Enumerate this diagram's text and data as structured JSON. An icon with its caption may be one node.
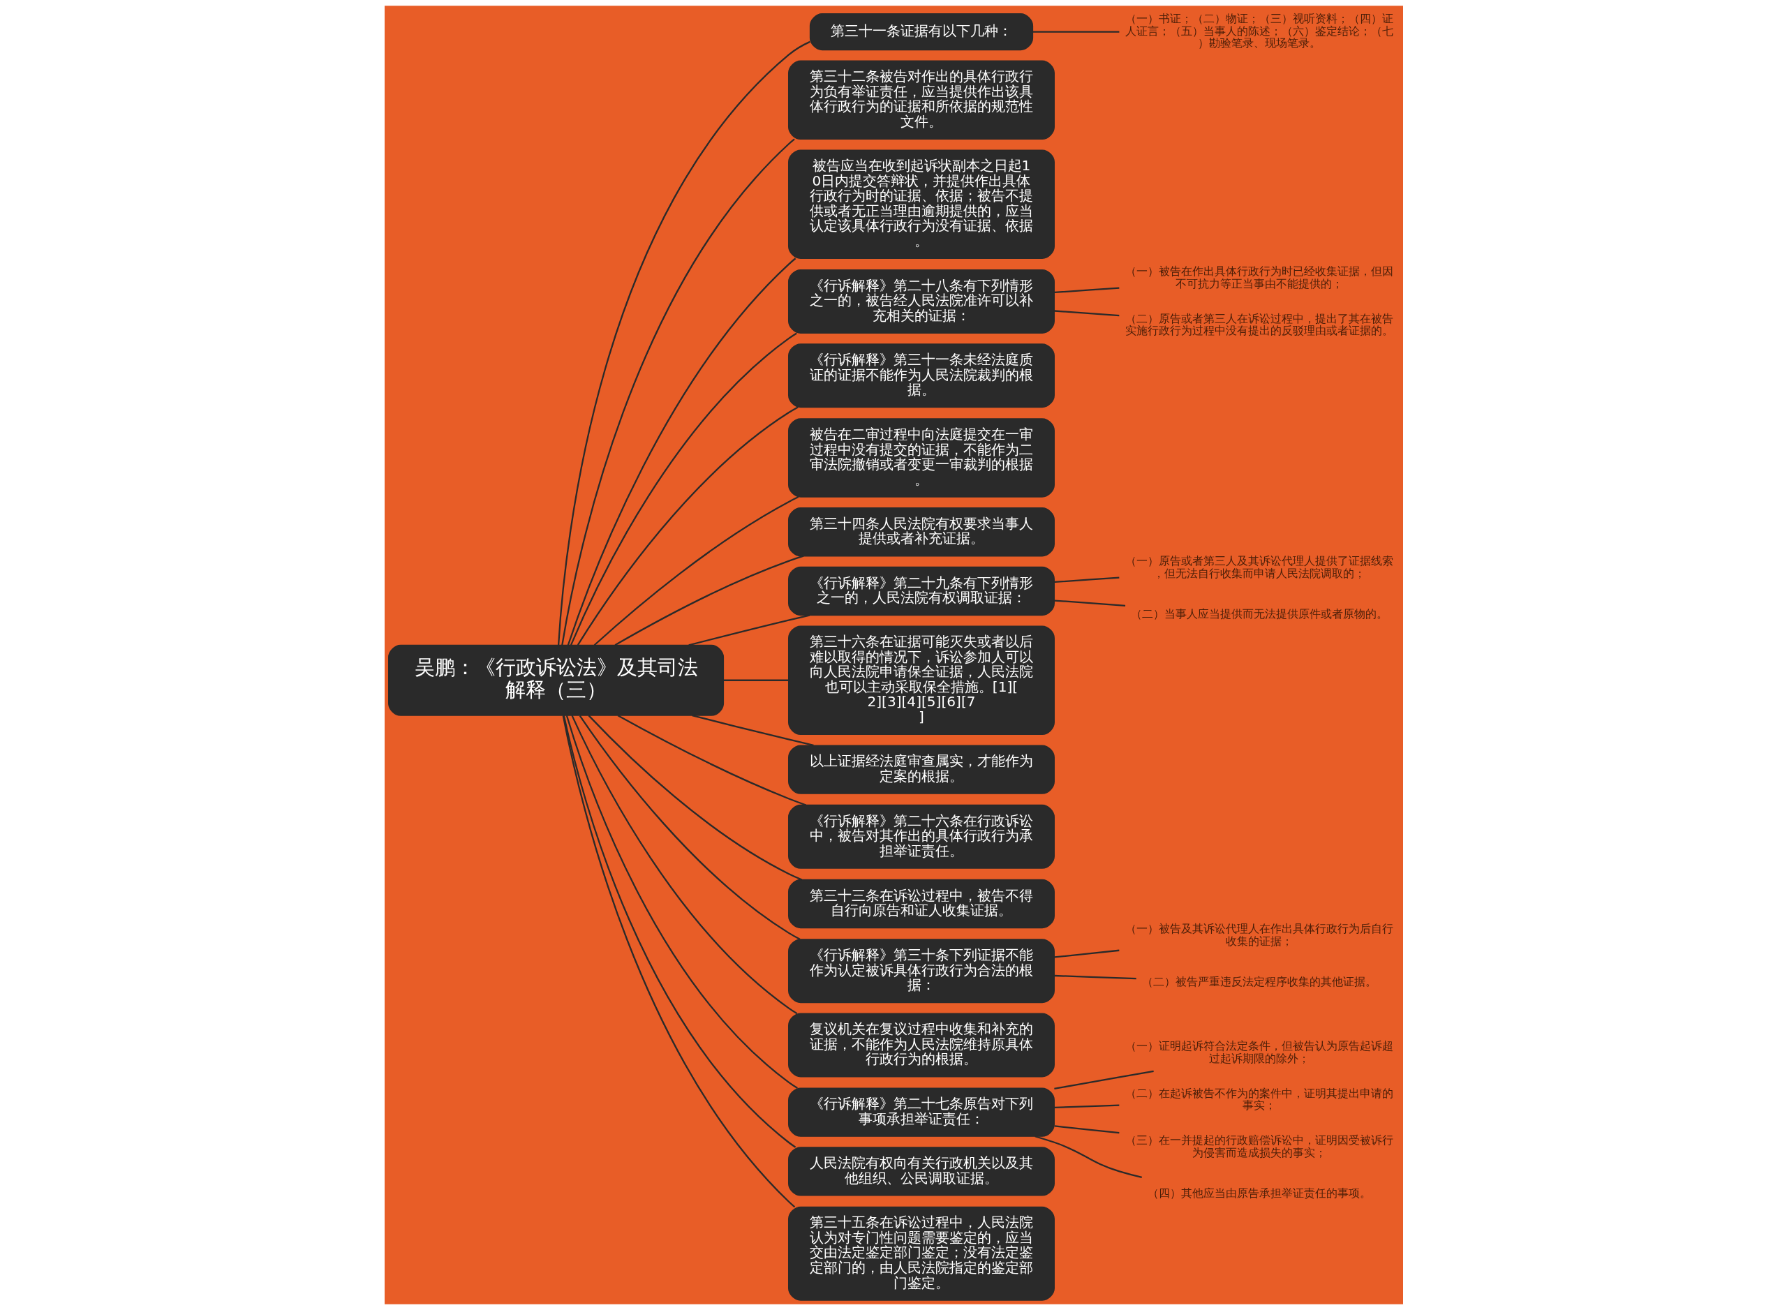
{
  "diagram": {
    "nodes": [
      {
        "text": [
          "吴鹏：《行政诉讼法》及其司法解释（三）"
        ]
      },
      {
        "text": [
          "第三十一条证据有以下几种："
        ]
      },
      {
        "text": [
          "（一）书证；（二）物证；（三）视听资料；（四）证人证言；（五）当事人的陈述；（六）鉴定结论；（七）勘验笔录、现场笔录。"
        ]
      },
      {
        "text": [
          "第三十二条被告对作出的具体行政行为负有举证责任，应当提供作出该具体行政行为的证据和所依据的规范性文件。"
        ]
      },
      {
        "text": [
          "被告应当在收到起诉状副本之日起10日内提交答辩状，并提供作出具体行政行为时的证据、依据；被告不提供或者无正当理由逾期提供的，应当认定该具体行政行为没有证据、依据。"
        ]
      },
      {
        "text": [
          "《行诉解释》第二十八条有下列情形之一的，被告经人民法院准许可以补充相关的证据："
        ]
      },
      {
        "text": [
          "（一）被告在作出具体行政行为时已经收集证据，但因不可抗力等正当事由不能提供的；"
        ]
      },
      {
        "text": [
          "（二）原告或者第三人在诉讼过程中，提出了其在被告实施行政行为过程中没有提出的反驳理由或者证据的。"
        ]
      },
      {
        "text": [
          "《行诉解释》第三十一条未经法庭质证的证据不能作为人民法院裁判的根据。"
        ]
      },
      {
        "text": [
          "被告在二审过程中向法庭提交在一审过程中没有提交的证据，不能作为二审法院撤销或者变更一审裁判的根据。"
        ]
      },
      {
        "text": [
          "第三十四条人民法院有权要求当事人提供或者补充证据。"
        ]
      },
      {
        "text": [
          "《行诉解释》第二十九条有下列情形之一的，人民法院有权调取证据："
        ]
      },
      {
        "text": [
          "（一）原告或者第三人及其诉讼代理人提供了证据线索，但无法自行收集而申请人民法院调取的；"
        ]
      },
      {
        "text": [
          "（二）当事人应当提供而无法提供原件或者原物的。"
        ]
      },
      {
        "text": [
          "第三十六条在证据可能灭失或者以后难以取得的情况下，诉讼参加人可以向人民法院申请保全证据，人民法院也可以主动采取保全措施。[1][2][3][4][5][6][7]"
        ]
      },
      {
        "text": [
          "以上证据经法庭审查属实，才能作为定案的根据。"
        ]
      },
      {
        "text": [
          "《行诉解释》第二十六条在行政诉讼中，被告对其作出的具体行政行为承担举证责任。"
        ]
      },
      {
        "text": [
          "第三十三条在诉讼过程中，被告不得自行向原告和证人收集证据。"
        ]
      },
      {
        "text": [
          "《行诉解释》第三十条下列证据不能作为认定被诉具体行政行为合法的根据："
        ]
      },
      {
        "text": [
          "（一）被告及其诉讼代理人在作出具体行政行为后自行收集的证据；"
        ]
      },
      {
        "text": [
          "（二）被告严重违反法定程序收集的其他证据。"
        ]
      },
      {
        "text": [
          "复议机关在复议过程中收集和补充的证据，不能作为人民法院维持原具体行政行为的根据。"
        ]
      },
      {
        "text": [
          "《行诉解释》第二十七条原告对下列事项承担举证责任："
        ]
      },
      {
        "text": [
          "（一）证明起诉符合法定条件，但被告认为原告起诉超过起诉期限的除外；"
        ]
      },
      {
        "text": [
          "（二）在起诉被告不作为的案件中，证明其提出申请的事实；"
        ]
      },
      {
        "text": [
          "（三）在一并提起的行政赔偿诉讼中，证明因受被诉行为侵害而造成损失的事实；"
        ]
      },
      {
        "text": [
          "（四）其他应当由原告承担举证责任的事项。"
        ]
      },
      {
        "text": [
          "人民法院有权向有关行政机关以及其他组织、公民调取证据。"
        ]
      },
      {
        "text": [
          "第三十五条在诉讼过程中，人民法院认为对专门性问题需要鉴定的，应当交由法定鉴定部门鉴定；没有法定鉴定部门的，由人民法院指定的鉴定部门鉴定。"
        ]
      }
    ],
    "edges": [
      {
        "from": 0,
        "to": 1,
        "arrow": "none"
      },
      {
        "from": 1,
        "to": 2,
        "arrow": "none"
      },
      {
        "from": 0,
        "to": 3,
        "arrow": "none"
      },
      {
        "from": 0,
        "to": 4,
        "arrow": "none"
      },
      {
        "from": 0,
        "to": 5,
        "arrow": "none"
      },
      {
        "from": 5,
        "to": 6,
        "arrow": "none"
      },
      {
        "from": 5,
        "to": 7,
        "arrow": "none"
      },
      {
        "from": 0,
        "to": 8,
        "arrow": "none"
      },
      {
        "from": 0,
        "to": 9,
        "arrow": "none"
      },
      {
        "from": 0,
        "to": 10,
        "arrow": "none"
      },
      {
        "from": 0,
        "to": 11,
        "arrow": "none"
      },
      {
        "from": 11,
        "to": 12,
        "arrow": "none"
      },
      {
        "from": 11,
        "to": 13,
        "arrow": "none"
      },
      {
        "from": 0,
        "to": 14,
        "arrow": "none"
      },
      {
        "from": 0,
        "to": 15,
        "arrow": "none"
      },
      {
        "from": 0,
        "to": 16,
        "arrow": "none"
      },
      {
        "from": 0,
        "to": 17,
        "arrow": "none"
      },
      {
        "from": 0,
        "to": 18,
        "arrow": "none"
      },
      {
        "from": 18,
        "to": 19,
        "arrow": "none"
      },
      {
        "from": 18,
        "to": 20,
        "arrow": "none"
      },
      {
        "from": 0,
        "to": 21,
        "arrow": "none"
      },
      {
        "from": 0,
        "to": 22,
        "arrow": "none"
      },
      {
        "from": 22,
        "to": 23,
        "arrow": "none"
      },
      {
        "from": 22,
        "to": 24,
        "arrow": "none"
      },
      {
        "from": 22,
        "to": 25,
        "arrow": "none"
      },
      {
        "from": 22,
        "to": 26,
        "arrow": "none"
      },
      {
        "from": 0,
        "to": 27,
        "arrow": "none"
      },
      {
        "from": 0,
        "to": 28,
        "arrow": "none"
      }
    ]
  }
}
